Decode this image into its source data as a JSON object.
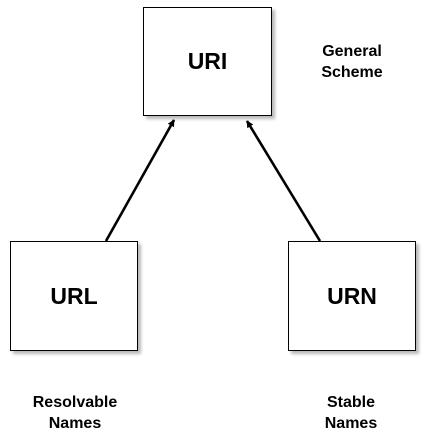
{
  "diagram": {
    "nodes": {
      "uri": {
        "label": "URI"
      },
      "url": {
        "label": "URL"
      },
      "urn": {
        "label": "URN"
      }
    },
    "captions": {
      "general": {
        "line1": "General",
        "line2": "Scheme"
      },
      "resolvable": {
        "line1": "Resolvable",
        "line2": "Names"
      },
      "stable": {
        "line1": "Stable",
        "line2": "Names"
      }
    },
    "edges": [
      {
        "from": "URL",
        "to": "URI"
      },
      {
        "from": "URN",
        "to": "URI"
      }
    ],
    "colors": {
      "stroke": "#000000",
      "fill": "#ffffff"
    }
  }
}
